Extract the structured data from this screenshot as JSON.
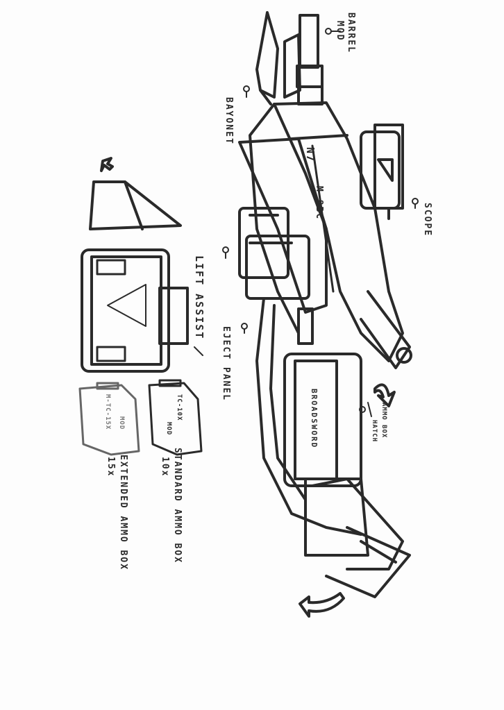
{
  "labels": {
    "barrel_mod": [
      "BARREL",
      "MOD"
    ],
    "bayonet": "BAYONET",
    "scope": "SCOPE",
    "lift_assist": "LIFT ASSIST",
    "eject_panel": "EJECT PANEL",
    "ammo_box_hatch": [
      "AMMO BOX",
      "HATCH"
    ],
    "standard_ammo_box": [
      "STANDARD AMMO BOX",
      "10x"
    ],
    "extended_ammo_box": [
      "EXTENDED AMMO BOX",
      "15x"
    ]
  },
  "markings": {
    "n7": "N7",
    "model": "M-8BC",
    "name": "BROADSWORD",
    "std_box": [
      "TC-10X",
      "MOD"
    ],
    "ext_box": [
      "M-TC-15X",
      "MOD"
    ]
  },
  "colors": {
    "ink": "#2a2a2a",
    "paper": "#fdfdfd"
  }
}
